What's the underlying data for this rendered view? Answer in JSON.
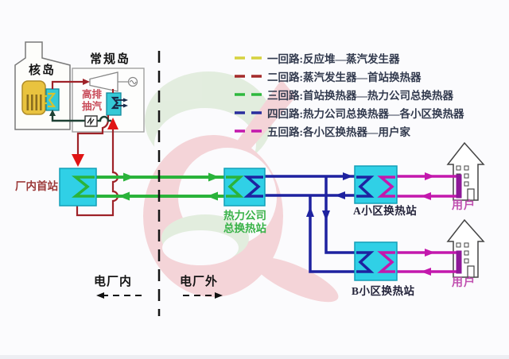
{
  "legend": {
    "items": [
      {
        "label": "一回路:反应堆—蒸汽发生器",
        "color": "#d6d23e"
      },
      {
        "label": "二回路:蒸汽发生器—首站换热器",
        "color": "#a42a2a"
      },
      {
        "label": "三回路:首站换热器—热力公司总换热器",
        "color": "#2db83d"
      },
      {
        "label": "四回路:热力公司总换热器—各小区换热器",
        "color": "#2a2e9e"
      },
      {
        "label": "五回路:各小区换热器—用户家",
        "color": "#c318ad"
      }
    ]
  },
  "labels": {
    "nuclear_island": "核岛",
    "conventional_island": "常规岛",
    "hp_extraction": "高排\n抽汽",
    "plant_first_station": "厂内首站",
    "heating_company_station": "热力公司\n总换热站",
    "district_a_station": "A小区换热站",
    "district_b_station": "B小区换热站",
    "user_a": "用户",
    "user_b": "用户",
    "inside_plant": "电厂内",
    "outside_plant": "电厂外"
  },
  "colors": {
    "loop1_yellow": "#d6d23e",
    "loop2_darkred": "#9e2228",
    "loop3_green": "#2ab33a",
    "loop4_navy": "#1e22a0",
    "loop5_magenta": "#c318ad",
    "radiator_purple": "#8e1898",
    "exchanger_cyan": "#30d0e6",
    "reactor_yellow": "#e9c33f",
    "hot_arrow_red": "#e01414",
    "feedwater_dark": "#1e4034",
    "watermark_pink": "#f0b6ba",
    "watermark_green": "#cfe2c6"
  }
}
